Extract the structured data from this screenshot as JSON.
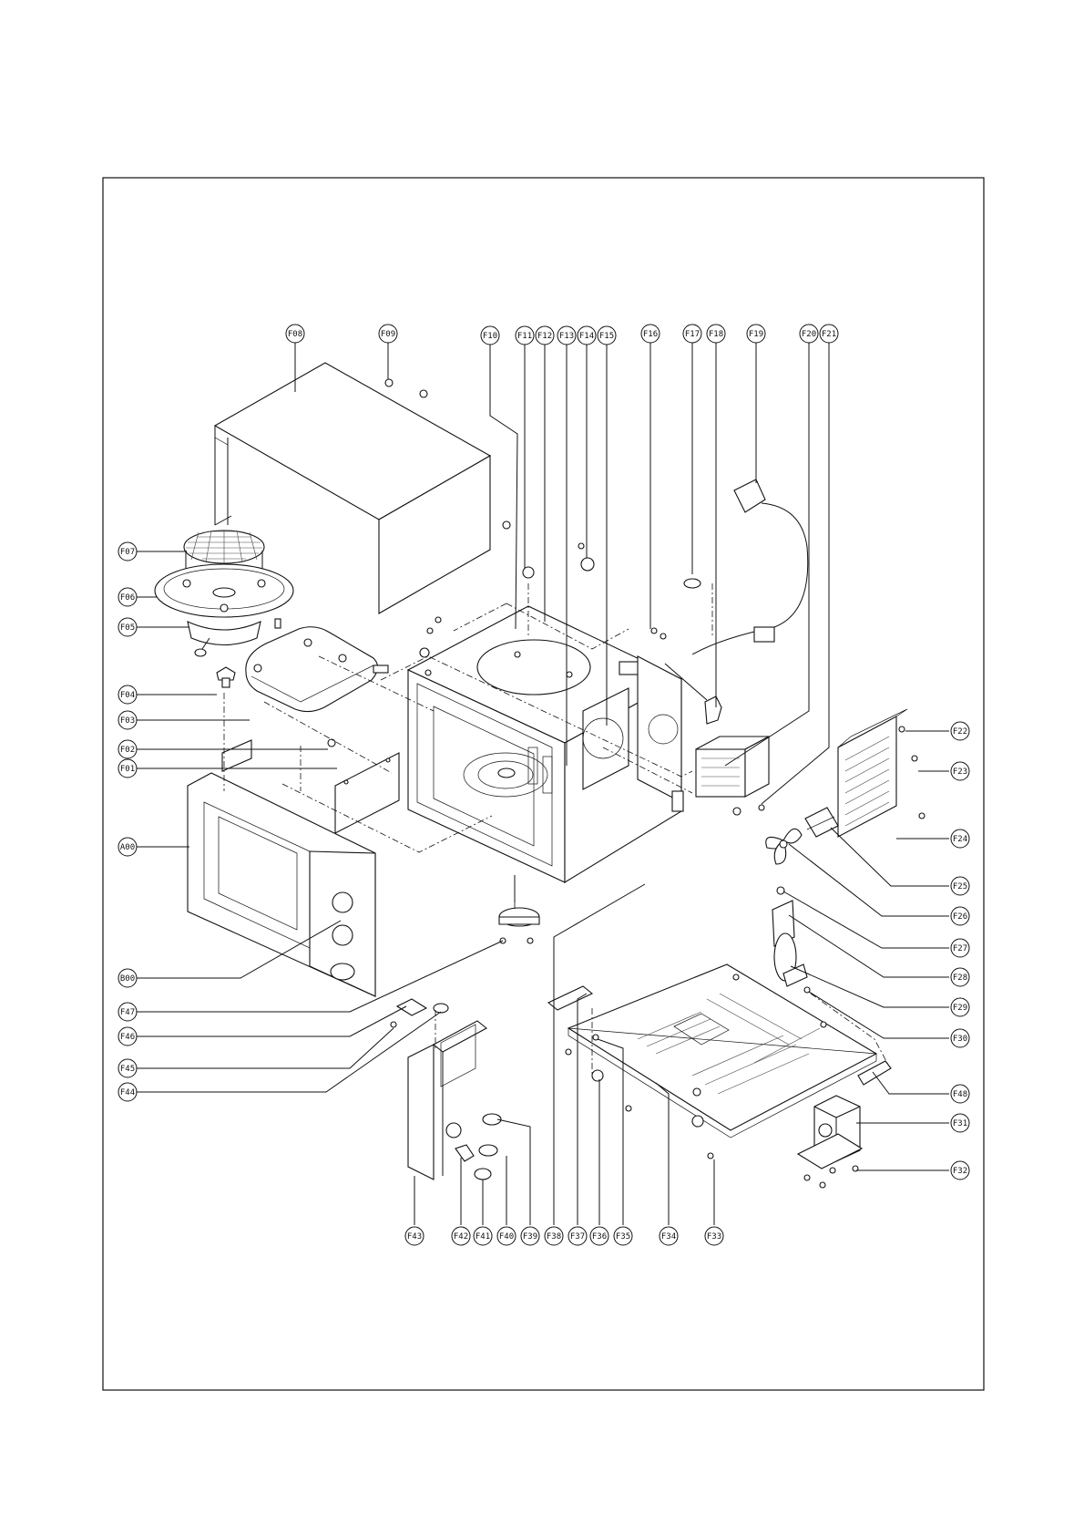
{
  "diagram": {
    "callouts": [
      "F08",
      "F09",
      "F10",
      "F11",
      "F12",
      "F13",
      "F14",
      "F15",
      "F16",
      "F17",
      "F18",
      "F19",
      "F20",
      "F21",
      "F07",
      "F06",
      "F05",
      "F04",
      "F03",
      "F02",
      "F01",
      "A00",
      "B00",
      "F47",
      "F46",
      "F45",
      "F44",
      "F22",
      "F23",
      "F24",
      "F25",
      "F26",
      "F27",
      "F28",
      "F29",
      "F30",
      "F48",
      "F31",
      "F32",
      "F43",
      "F42",
      "F41",
      "F40",
      "F39",
      "F38",
      "F37",
      "F36",
      "F35",
      "F34",
      "F33"
    ]
  },
  "colors": {
    "ink": "#111111",
    "paper": "#ffffff"
  }
}
